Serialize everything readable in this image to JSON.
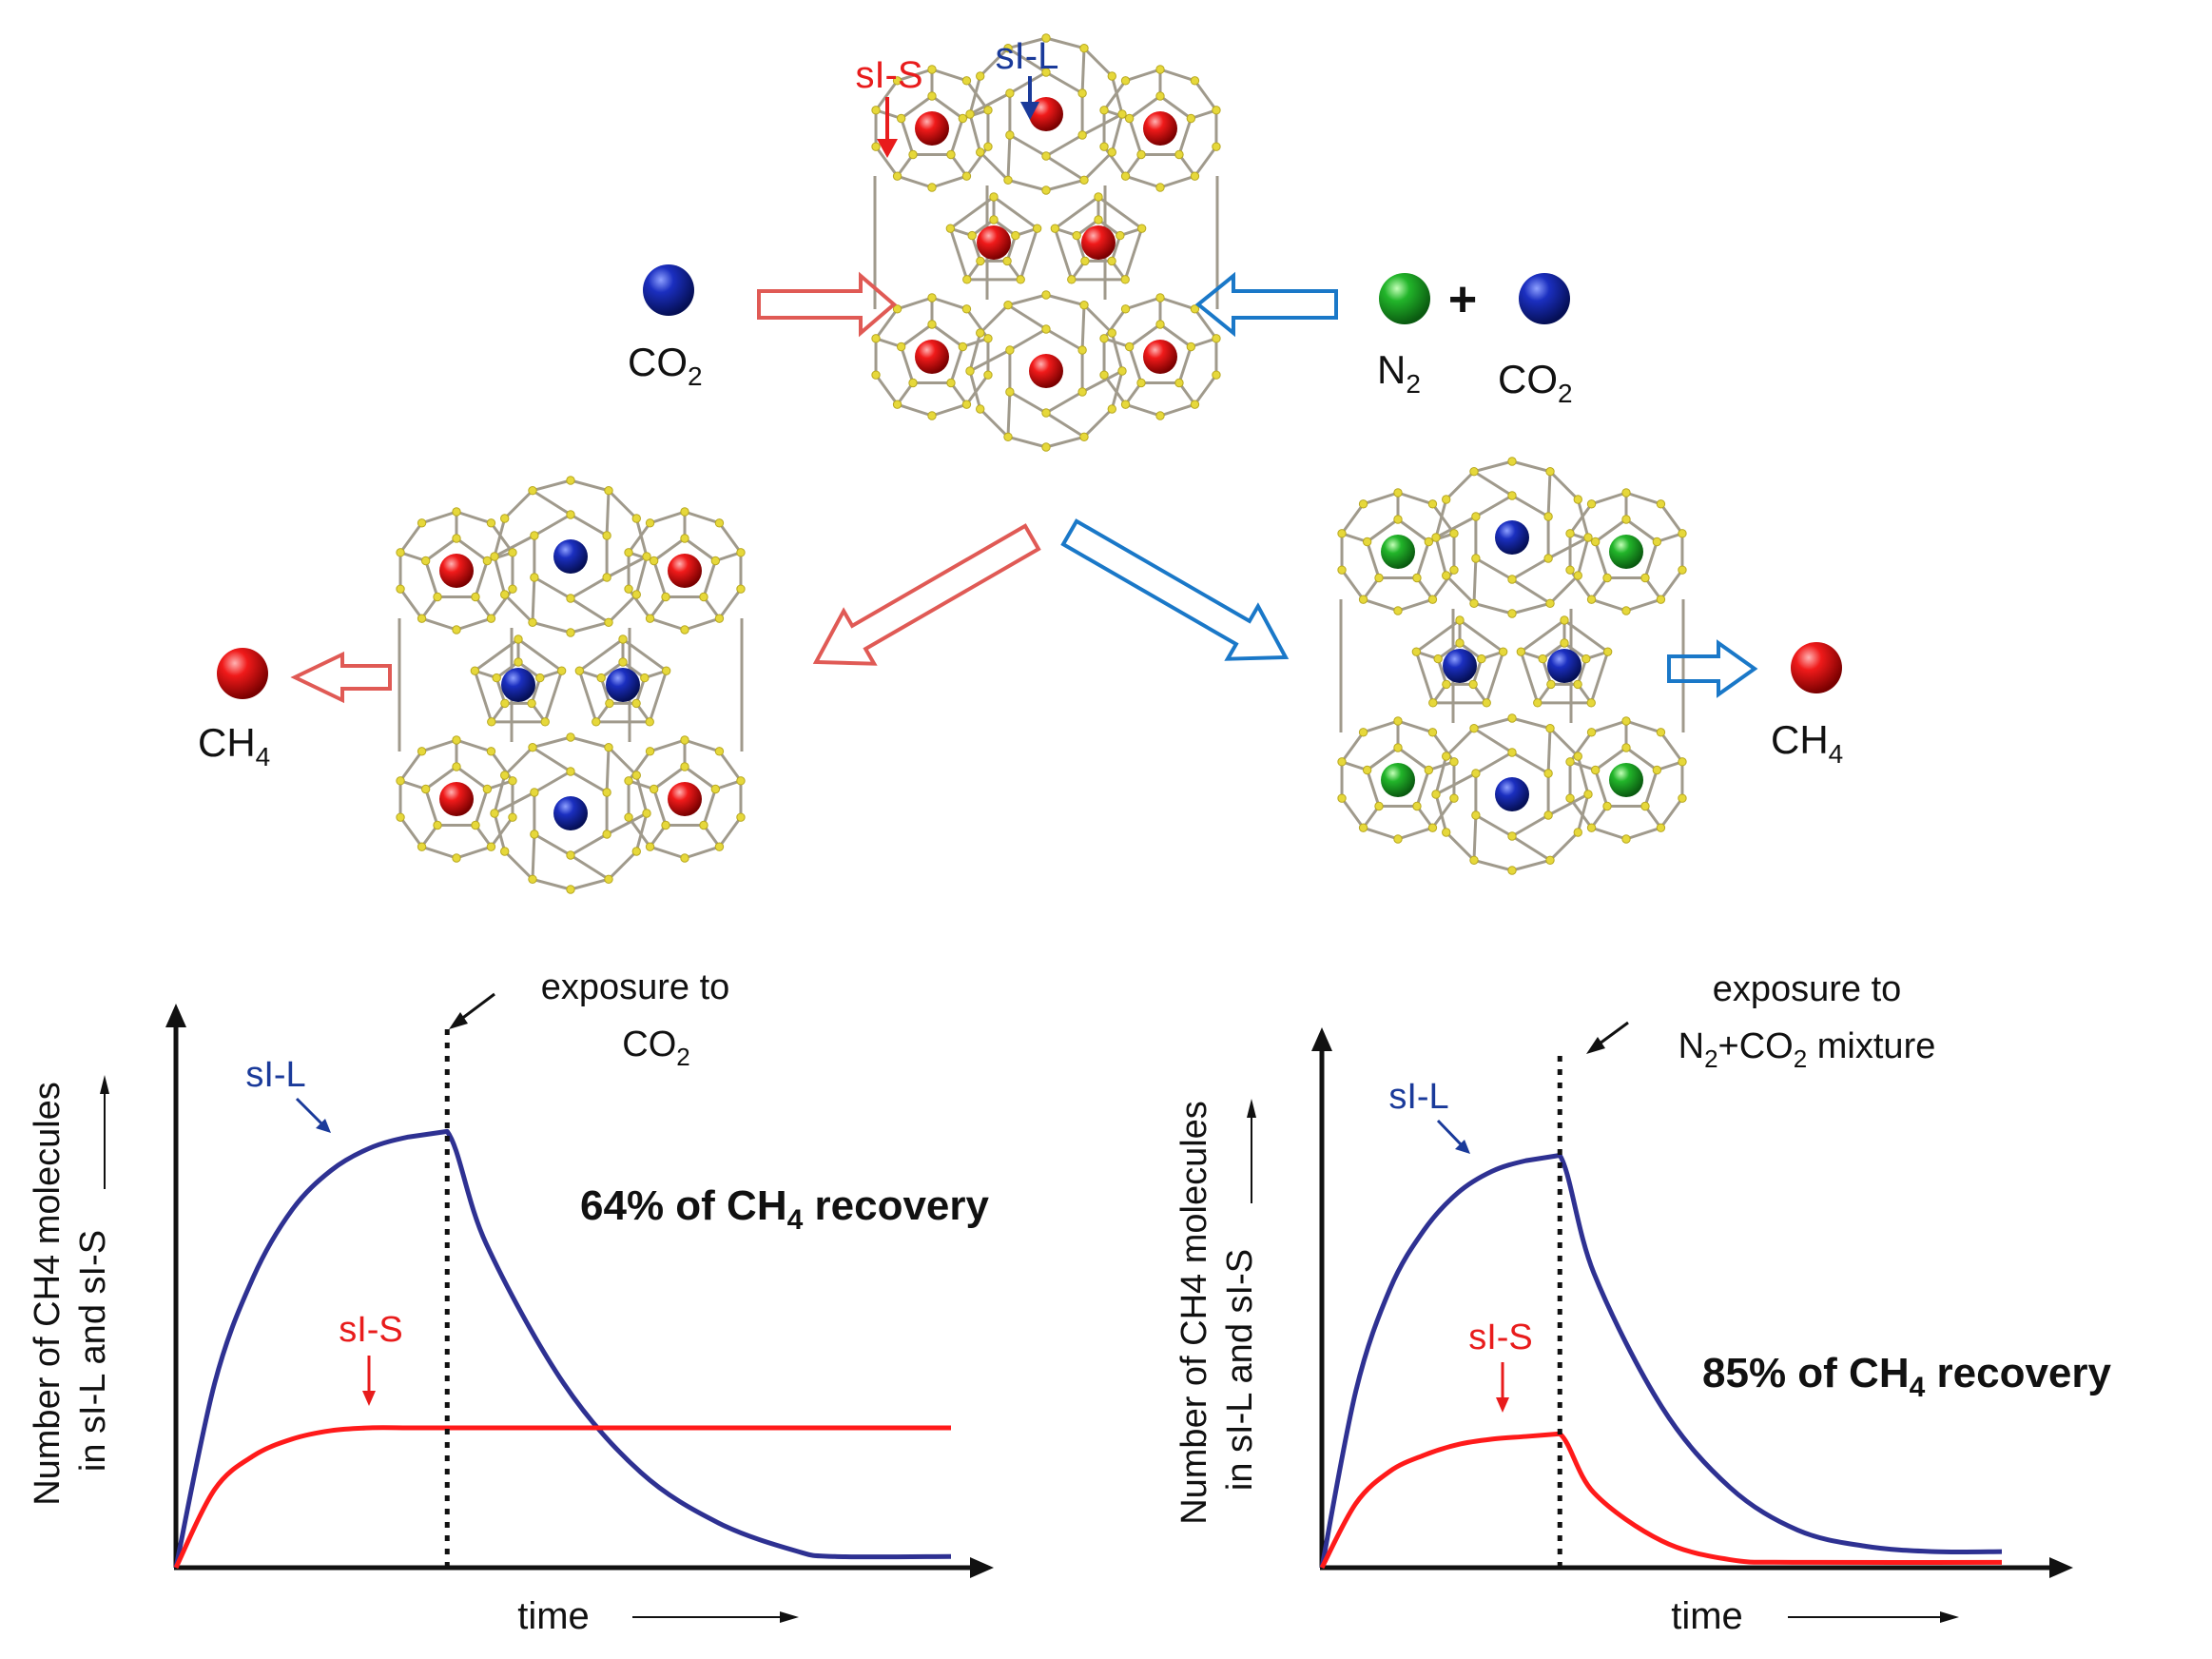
{
  "colors": {
    "ch4_red": "#e01010",
    "co2_blue": "#1a2fa8",
    "n2_green": "#22b02a",
    "arrow_red": "#e05a55",
    "arrow_blue": "#1a78c8",
    "sIL_text": "#1a3a9a",
    "sIS_text": "#e81c1c",
    "curve_L": "#2e3192",
    "curve_S": "#ff1a1a",
    "cage_line": "#a09a8c",
    "cage_node": "#e6d83a"
  },
  "top": {
    "sIS_label": "sI-S",
    "sIL_label": "sI-L",
    "co2_left": {
      "text": "CO",
      "sub": "2"
    },
    "n2": {
      "text": "N",
      "sub": "2"
    },
    "plus": "+",
    "co2_right": {
      "text": "CO",
      "sub": "2"
    },
    "ch4_left": {
      "text": "CH",
      "sub": "4"
    },
    "ch4_right": {
      "text": "CH",
      "sub": "4"
    }
  },
  "charts": [
    {
      "ylabel_1": "Number of CH4 molecules",
      "ylabel_2": "in sI-L and sI-S",
      "xlabel": "time",
      "annotation_1": "exposure to",
      "annotation_2a": "CO",
      "annotation_2sub": "2",
      "annotation_2b": "",
      "recovery_a": "64% of CH",
      "recovery_sub": "4",
      "recovery_b": " recovery",
      "series_L_label": "sI-L",
      "series_S_label": "sI-S"
    },
    {
      "ylabel_1": "Number of CH4 molecules",
      "ylabel_2": "in sI-L and sI-S",
      "xlabel": "time",
      "annotation_1": "exposure to",
      "annotation_2a": "N",
      "annotation_2sub": "2",
      "annotation_2b": "+CO",
      "annotation_2sub2": "2",
      "annotation_2c": " mixture",
      "recovery_a": "85% of CH",
      "recovery_sub": "4",
      "recovery_b": " recovery",
      "series_L_label": "sI-L",
      "series_S_label": "sI-S"
    }
  ],
  "chart_data": [
    {
      "type": "line",
      "xlabel": "time",
      "ylabel": "Number of CH4 molecules in sI-L and sI-S",
      "exposure_event": "exposure to CO2",
      "exposure_time": 0.35,
      "recovery": "64% of CH4 recovery",
      "xlim": [
        0,
        1
      ],
      "ylim": [
        0,
        1
      ],
      "series": [
        {
          "name": "sI-L",
          "x": [
            0,
            0.05,
            0.1,
            0.15,
            0.2,
            0.25,
            0.3,
            0.35,
            0.4,
            0.5,
            0.6,
            0.7,
            0.8,
            0.85,
            1.0
          ],
          "y": [
            0,
            0.33,
            0.52,
            0.64,
            0.71,
            0.75,
            0.77,
            0.78,
            0.58,
            0.33,
            0.17,
            0.08,
            0.03,
            0.02,
            0.02
          ]
        },
        {
          "name": "sI-S",
          "x": [
            0,
            0.05,
            0.1,
            0.15,
            0.2,
            0.25,
            0.3,
            0.35,
            0.5,
            0.7,
            1.0
          ],
          "y": [
            0,
            0.14,
            0.2,
            0.23,
            0.245,
            0.25,
            0.25,
            0.25,
            0.25,
            0.25,
            0.25
          ]
        }
      ]
    },
    {
      "type": "line",
      "xlabel": "time",
      "ylabel": "Number of CH4 molecules in sI-L and sI-S",
      "exposure_event": "exposure to N2+CO2 mixture",
      "exposure_time": 0.35,
      "recovery": "85% of CH4 recovery",
      "xlim": [
        0,
        1
      ],
      "ylim": [
        0,
        1
      ],
      "series": [
        {
          "name": "sI-L",
          "x": [
            0,
            0.05,
            0.1,
            0.15,
            0.2,
            0.25,
            0.3,
            0.35,
            0.4,
            0.5,
            0.6,
            0.7,
            0.8,
            0.9,
            1.0
          ],
          "y": [
            0,
            0.33,
            0.52,
            0.63,
            0.7,
            0.74,
            0.76,
            0.77,
            0.55,
            0.3,
            0.15,
            0.07,
            0.04,
            0.03,
            0.03
          ]
        },
        {
          "name": "sI-S",
          "x": [
            0,
            0.05,
            0.1,
            0.15,
            0.2,
            0.25,
            0.3,
            0.35,
            0.4,
            0.5,
            0.6,
            0.7,
            1.0
          ],
          "y": [
            0,
            0.12,
            0.18,
            0.21,
            0.23,
            0.24,
            0.245,
            0.25,
            0.14,
            0.05,
            0.015,
            0.01,
            0.01
          ]
        }
      ]
    }
  ]
}
